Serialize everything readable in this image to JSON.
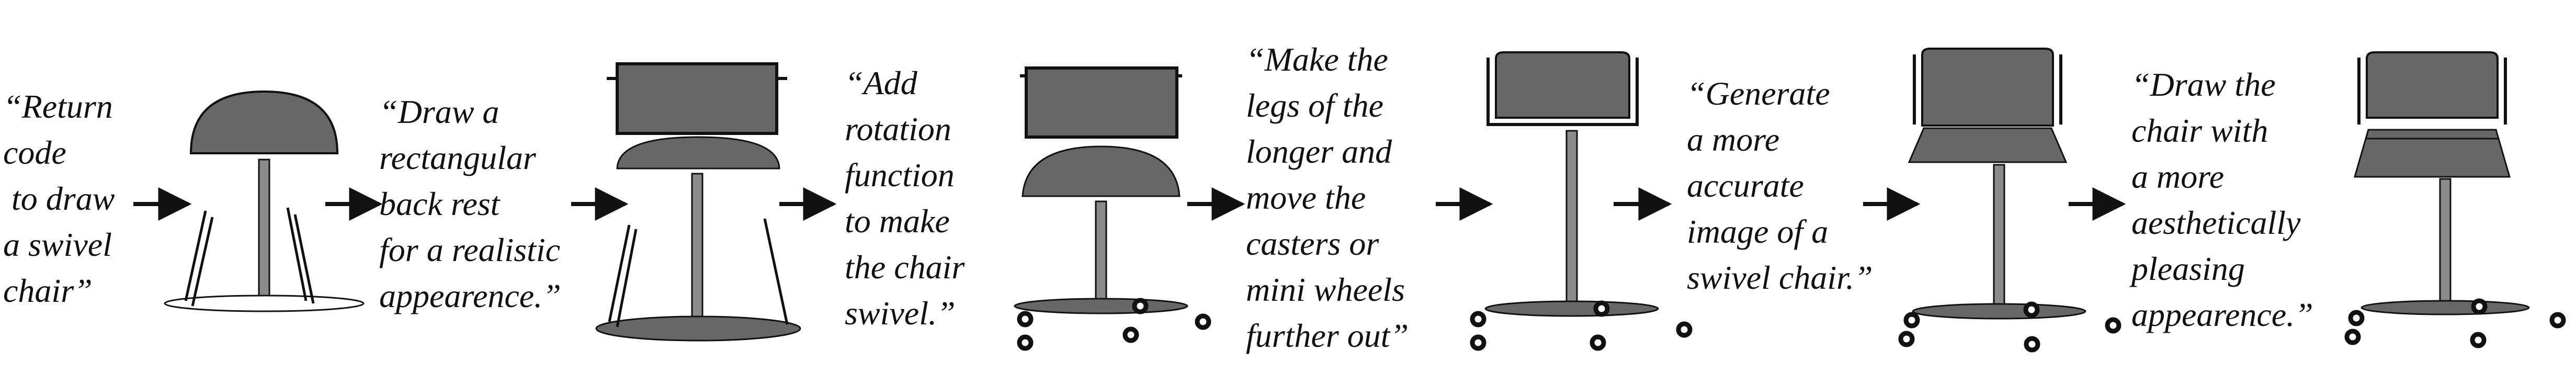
{
  "diagram": {
    "prompts": [
      "“Return\ncode\n to draw\na swivel\nchair”",
      "“Draw a\nrectangular\nback rest\nfor a realistic\nappearence.”",
      "“Add\nrotation\nfunction\nto make\nthe chair\nswivel.”",
      "“Make the\nlegs of the\nlonger and\nmove the\ncasters or\nmini wheels\nfurther out”",
      "“Generate\na more\naccurate\nimage of a\nswivel chair.”",
      "“Draw the\nchair with\na more\naesthetically\npleasing\nappearence.”"
    ],
    "colors": {
      "seat": "#676767",
      "line": "#111111",
      "background": "#ffffff"
    }
  }
}
